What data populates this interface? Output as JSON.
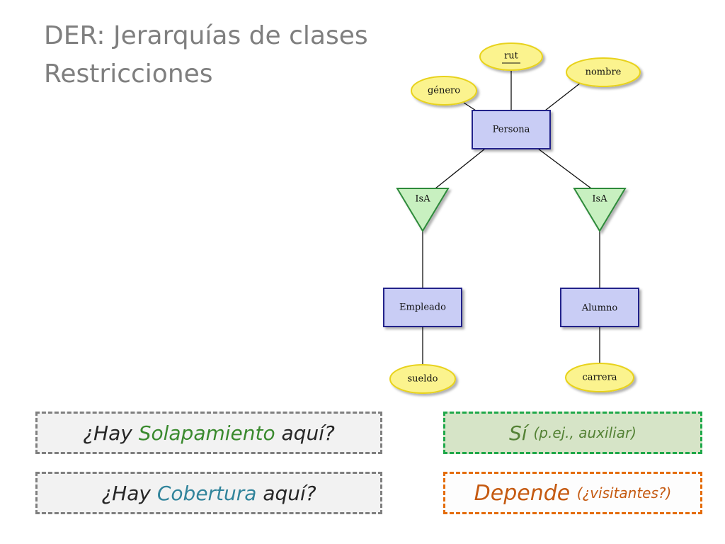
{
  "title": {
    "line1": "DER: Jerarquías de clases",
    "line2": "Restricciones"
  },
  "diagram": {
    "entities": [
      {
        "id": "persona",
        "label": "Persona"
      },
      {
        "id": "empleado",
        "label": "Empleado"
      },
      {
        "id": "alumno",
        "label": "Alumno"
      }
    ],
    "attributes": [
      {
        "id": "rut",
        "label": "rut",
        "key": true
      },
      {
        "id": "genero",
        "label": "género",
        "key": false
      },
      {
        "id": "nombre",
        "label": "nombre",
        "key": false
      },
      {
        "id": "sueldo",
        "label": "sueldo",
        "key": false
      },
      {
        "id": "carrera",
        "label": "carrera",
        "key": false
      }
    ],
    "isa": [
      {
        "id": "isa-left",
        "label": "IsA"
      },
      {
        "id": "isa-right",
        "label": "IsA"
      }
    ],
    "colors": {
      "entity_fill": "#c9cdf5",
      "entity_stroke": "#23238a",
      "attribute_fill": "#fbf38e",
      "attribute_stroke": "#e8d21a",
      "isa_fill": "#c8f0c0",
      "isa_stroke": "#2e8b3a"
    }
  },
  "questions": {
    "q1": {
      "pre": "¿Hay ",
      "highlight": "Solapamiento",
      "post": " aquí?"
    },
    "q2": {
      "pre": "¿Hay ",
      "highlight": "Cobertura",
      "post": " aquí?"
    }
  },
  "answers": {
    "a1": {
      "main": "Sí",
      "detail": "(p.ej., auxiliar)"
    },
    "a2": {
      "main": "Depende",
      "detail": "(¿visitantes?)"
    }
  }
}
